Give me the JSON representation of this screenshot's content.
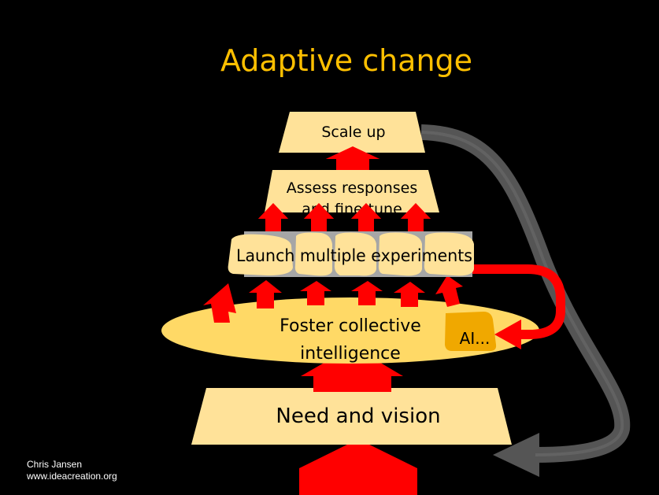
{
  "title": "Adaptive change",
  "levels": {
    "scale_up": "Scale up",
    "assess_line1": "Assess responses",
    "assess_line2": "and fine-tune",
    "launch": "Launch multiple experiments",
    "foster_line1": "Foster collective",
    "foster_line2": "intelligence",
    "ai": "AI...",
    "need": "Need and vision"
  },
  "credit": {
    "name": "Chris Jansen",
    "website": "www.ideacreation.org"
  },
  "colors": {
    "background": "#000000",
    "title": "#ffc000",
    "box_fill": "#ffe299",
    "ellipse_fill": "#ffd966",
    "ai_fill": "#f0a800",
    "arrow_red": "#ff0000",
    "feedback_gray": "#555555",
    "band_gray": "#a6a6a6"
  }
}
